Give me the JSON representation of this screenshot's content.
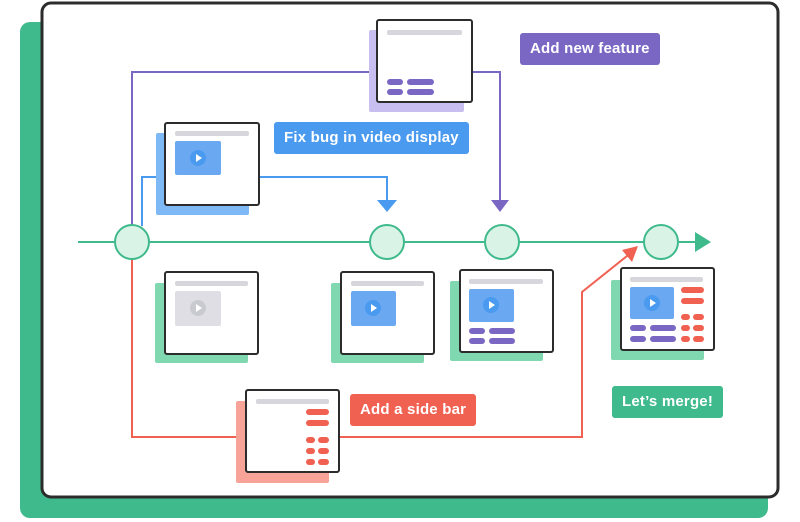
{
  "colors": {
    "main_branch": "#3fba8c",
    "feature_branch": "#7a67c4",
    "bugfix_branch": "#4a9aef",
    "sidebar_branch": "#f06152",
    "frame_border": "#2c2c2c",
    "backdrop": "#3fba8c"
  },
  "labels": {
    "new_feature": "Add new feature",
    "bugfix": "Fix bug in video display",
    "sidebar": "Add a side bar",
    "merge": "Let’s merge!"
  },
  "icons": [
    "play-icon",
    "commit-node",
    "arrow-head"
  ]
}
